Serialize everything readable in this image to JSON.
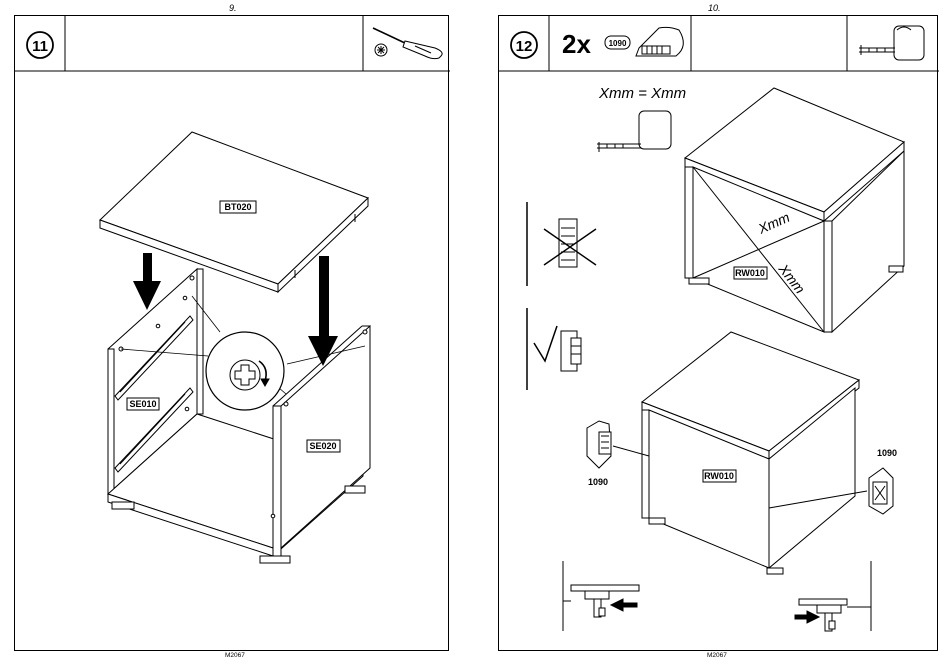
{
  "left_page": {
    "page_number": "9.",
    "step_number": "11",
    "footer_code": "M2067",
    "labels": {
      "top_board": "BT020",
      "side_left": "SE010",
      "side_right": "SE020"
    },
    "tool_icon": "screwdriver-icon"
  },
  "right_page": {
    "page_number": "10.",
    "step_number": "12",
    "quantity": "2x",
    "part_badge": "1090",
    "footer_code": "M2067",
    "measure_note": "Xmm = Xmm",
    "diag_label_1": "Xmm",
    "diag_label_2": "Xmm",
    "labels": {
      "back_panel_top": "RW010",
      "back_panel_bottom": "RW010"
    },
    "fitting_left": "1090",
    "fitting_right": "1090",
    "tool_icon": "tape-measure-icon"
  }
}
